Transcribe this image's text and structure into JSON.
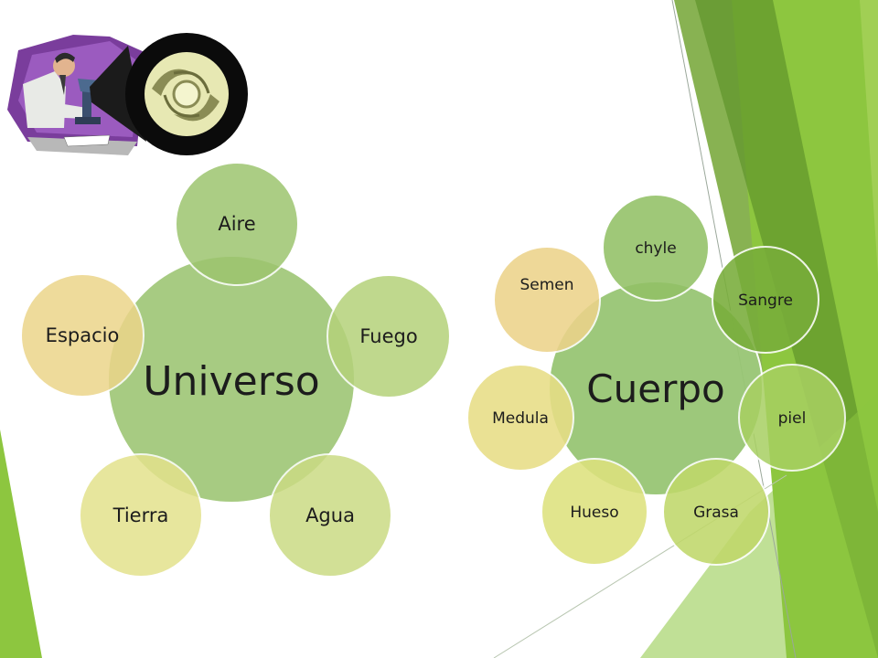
{
  "diagrams": {
    "universo": {
      "center": "Universo",
      "nodes": [
        "Aire",
        "Fuego",
        "Agua",
        "Tierra",
        "Espacio"
      ]
    },
    "cuerpo": {
      "center": "Cuerpo",
      "nodes": [
        "chyle",
        "Sangre",
        "piel",
        "Grasa",
        "Hueso",
        "Medula",
        "Semen"
      ]
    }
  },
  "colors": {
    "green_dark": "#6a9e2f",
    "green_light": "#8dc63f",
    "universo_center": "#a3c97c",
    "cuerpo_center": "#98c674"
  },
  "illustration": {
    "subject": "scientist-at-microscope-with-galaxy-icon"
  }
}
